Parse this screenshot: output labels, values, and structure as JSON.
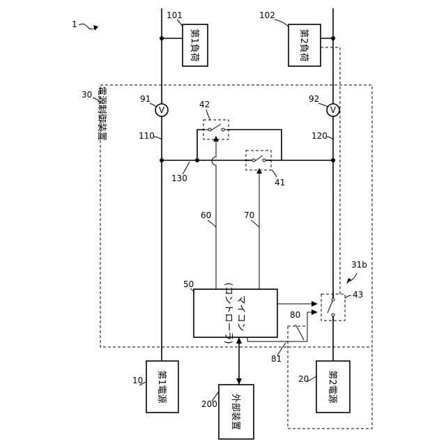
{
  "figure": {
    "ref_1": "1",
    "controller": {
      "ref": "30",
      "label": "電源制御装置"
    },
    "boxes": {
      "load1": {
        "ref": "101",
        "label": "第1負荷"
      },
      "load2": {
        "ref": "102",
        "label": "第2負荷"
      },
      "supply1": {
        "ref": "10",
        "label": "第1電源"
      },
      "supply2": {
        "ref": "20",
        "label": "第2電源"
      },
      "external": {
        "ref": "200",
        "label": "外部装置"
      },
      "micro": {
        "ref": "50",
        "label_line1": "マイコン",
        "label_line2": "(コントローラ)"
      }
    },
    "meters": {
      "m1": {
        "ref": "91",
        "symbol": "V"
      },
      "m2": {
        "ref": "92",
        "symbol": "V"
      }
    },
    "switches": {
      "s42": "42",
      "s41": "41",
      "s43": "43",
      "s31b": "31b"
    },
    "lines": {
      "l110": "110",
      "l120": "120",
      "l130": "130",
      "l60": "60",
      "l70": "70",
      "l80": "80",
      "l81": "81"
    }
  }
}
